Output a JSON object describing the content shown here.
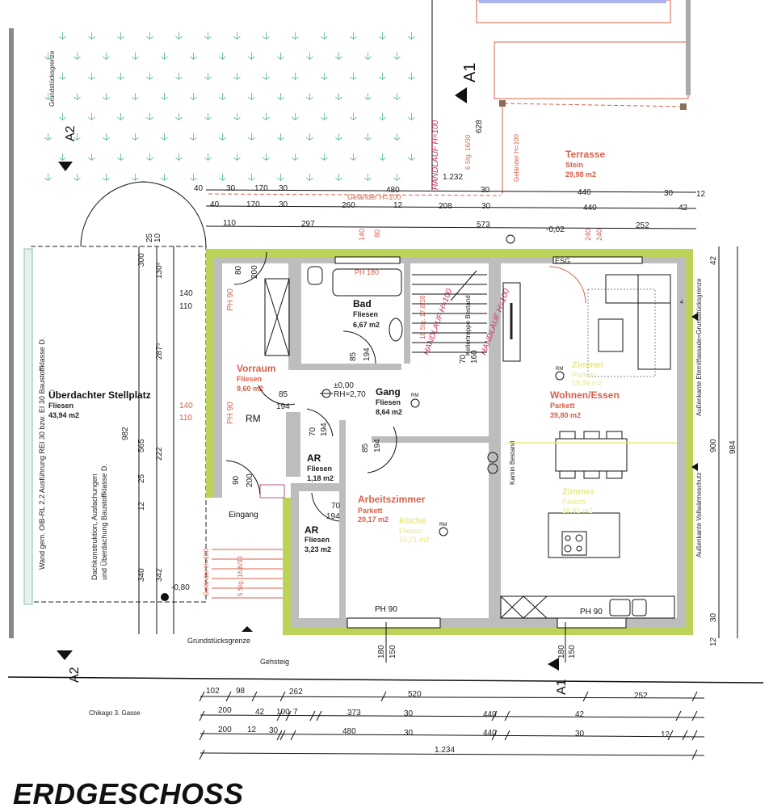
{
  "title": "ERDGESCHOSS",
  "rooms": {
    "bad": {
      "name": "Bad",
      "floor": "Fliesen",
      "area": "6,67 m2"
    },
    "vorraum": {
      "name": "Vorraum",
      "floor": "Fliesen",
      "area": "9,60 m2"
    },
    "gang": {
      "name": "Gang",
      "floor": "Fliesen",
      "area": "8,64 m2"
    },
    "ar1": {
      "name": "AR",
      "floor": "Fliesen",
      "area": "1,18 m2"
    },
    "ar2": {
      "name": "AR",
      "floor": "Fliesen",
      "area": "3,23 m2"
    },
    "arbeitszimmer": {
      "name": "Arbeitszimmer",
      "floor": "Parkett",
      "area": "20,17 m2"
    },
    "kueche": {
      "name": "Küche",
      "floor": "Fliesen",
      "area": "16,71 m2"
    },
    "wohnen": {
      "name": "Wohnen/Essen",
      "floor": "Parkett",
      "area": "39,80 m2"
    },
    "zimmer1": {
      "name": "Zimmer",
      "floor": "Parkett",
      "area": "19,36 m2"
    },
    "zimmer2": {
      "name": "Zimmer",
      "floor": "Parkett",
      "area": "18,61 m2"
    },
    "stellplatz": {
      "name": "Überdachter Stellplatz",
      "floor": "Fliesen",
      "area": "43,94 m2"
    },
    "terrasse": {
      "name": "Terrasse",
      "floor": "Stein",
      "area": "29,98 m2"
    }
  },
  "labels": {
    "ph180": "PH 180",
    "ph90_a": "PH 90",
    "ph90_b": "PH 90",
    "ph90_c": "PH 90",
    "ph90_d": "PH 90",
    "esg": "ESG",
    "rm": "RM",
    "level": "±0,00",
    "rh": "RH=2,70",
    "eingang": "Eingang",
    "kamin": "Kamin Bestand",
    "gehsteig": "Gehsteig",
    "strasse": "Chikago 3. Gasse",
    "grenze_top": "Grundstücksgrenze",
    "grenze_bottom": "Grundstücksgrenze",
    "fassade1": "Außenkante Eternitfassade=Grundstücksgrenze",
    "fassade2": "Außenkante Vollwärmeschutz",
    "wand_note": "Wand gem. OIB-RL 2.2 Ausführung REI 30 bzw. EI 30 Baustoffklasse D.",
    "dach_note1": "Dachkonstruktion, Ausfachungen",
    "dach_note2": "und Überdachung Baustoffklasse D.",
    "gelaender1": "Geländer H=100",
    "gelaender2": "Geländer H=100",
    "gelaender3": "Geländer H=100",
    "stufen_entry": "5 Stg. 16,6/30",
    "stufen_terr": "6 Stg. 16/30",
    "stair": "18 Stg. 17,8/28",
    "kellertreppe": "Kellertreppe Bestand",
    "handlauf1": "HANDLAUF H=100",
    "handlauf2": "HANDLAUF H=100",
    "handlauf3": "HANDLAUF H=100",
    "elev1": "-0,02",
    "elev2": "-0,80",
    "section_a1": "A1",
    "section_a2": "A2"
  },
  "dims": {
    "top1": [
      "40",
      "30",
      "170",
      "30",
      "480",
      "30",
      "440",
      "30",
      "12"
    ],
    "top2": [
      "40",
      "170",
      "30",
      "260",
      "12",
      "208",
      "30",
      "440",
      "42"
    ],
    "top3": [
      "110",
      "297",
      "573",
      "252"
    ],
    "top_misc": [
      "1.232",
      "628",
      "140",
      "80",
      "240",
      "240",
      "4"
    ],
    "left": [
      "300",
      "25",
      "10",
      "130⁵",
      "140",
      "110",
      "287⁵",
      "140",
      "110",
      "222",
      "12",
      "25",
      "565",
      "982",
      "340",
      "342"
    ],
    "right": [
      "42",
      "900",
      "984",
      "30",
      "12"
    ],
    "inner": [
      "80",
      "200",
      "85",
      "194",
      "85",
      "194",
      "70",
      "194",
      "85",
      "194",
      "70",
      "194",
      "90",
      "200",
      "70",
      "160",
      "180",
      "150",
      "180",
      "150"
    ],
    "bottom1": [
      "102",
      "98",
      "262",
      "520",
      "252"
    ],
    "bottom2": [
      "200",
      "42",
      "100",
      "7",
      "373",
      "30",
      "440",
      "42"
    ],
    "bottom3": [
      "200",
      "12",
      "30",
      "480",
      "30",
      "440",
      "30",
      "12"
    ],
    "bottom4": [
      "1.234"
    ]
  }
}
